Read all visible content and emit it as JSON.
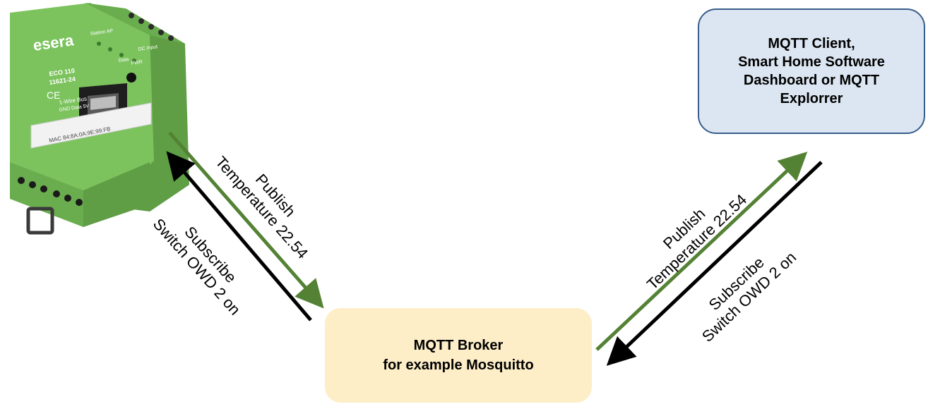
{
  "device": {
    "brand": "esera",
    "model": "ECO 110",
    "part": "11621-24",
    "mac": "MAC 84:8A:0A:9E:99:FB",
    "port_labels": [
      "Station AP",
      "Data",
      "PWR",
      "DC Input"
    ],
    "bus_label": "1-Wire Bus",
    "bus_pins": "GND Data 5V"
  },
  "client": {
    "lines": [
      "MQTT Client,",
      "Smart Home Software",
      "Dashboard or MQTT",
      "Explorrer"
    ]
  },
  "broker": {
    "lines": [
      "MQTT Broker",
      "for example Mosquitto"
    ]
  },
  "links": {
    "left_publish": {
      "line1": "Publish",
      "line2": "Temperature 22.54"
    },
    "left_subscribe": {
      "line1": "Subscribe",
      "line2": "Switch OWD 2 on"
    },
    "right_publish": {
      "line1": "Publish",
      "line2": "Temperature 22.54"
    },
    "right_subscribe": {
      "line1": "Subscribe",
      "line2": "Switch OWD 2 on"
    }
  },
  "colors": {
    "publish_arrow": "#548235",
    "subscribe_arrow": "#000000",
    "client_fill": "#dce6f2",
    "client_border": "#385d8a",
    "broker_fill": "#fdeec8",
    "device_green": "#78c25a"
  }
}
